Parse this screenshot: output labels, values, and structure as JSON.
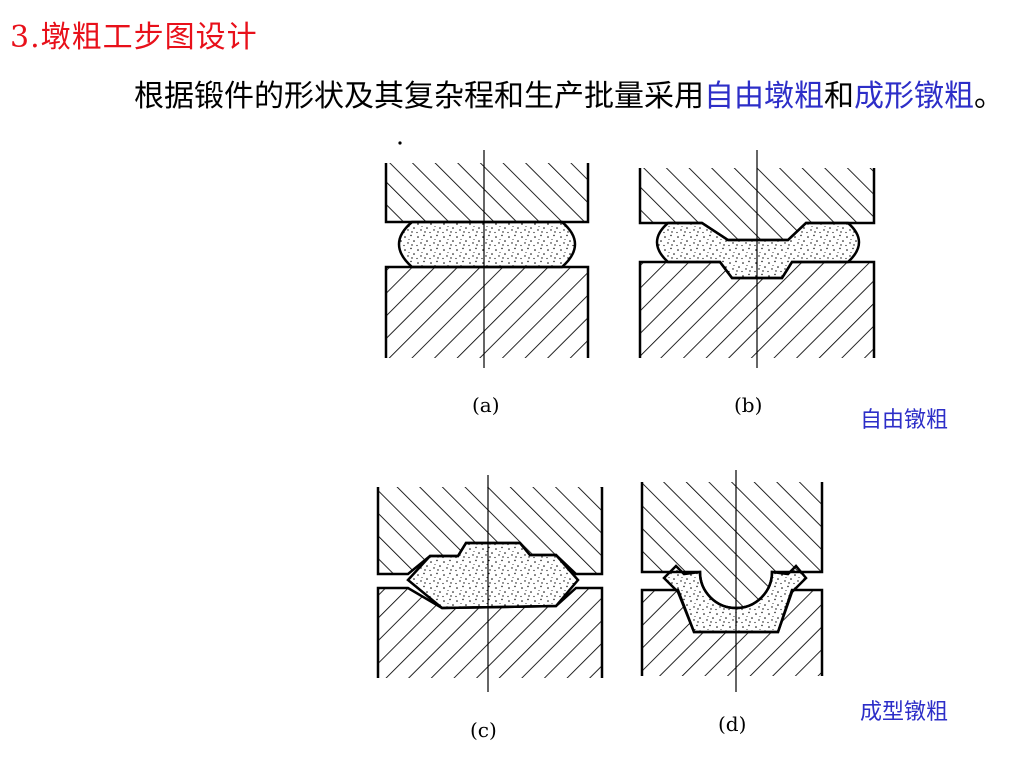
{
  "heading": "3.墩粗工步图设计",
  "paragraph": {
    "text_1": "根据锻件的形状及其复杂程和生产批量采用",
    "term_free": "自由墩粗",
    "text_2": "和",
    "term_formed": "成形镦粗",
    "text_3": "。"
  },
  "captions": [
    "(a)",
    "(b)",
    "(c)",
    "(d)"
  ],
  "labels": {
    "free_upsetting": "自由镦粗",
    "formed_upsetting": "成型镦粗"
  },
  "colors": {
    "heading": "#e8101a",
    "highlight": "#2d2ec8",
    "ink": "#000000"
  }
}
